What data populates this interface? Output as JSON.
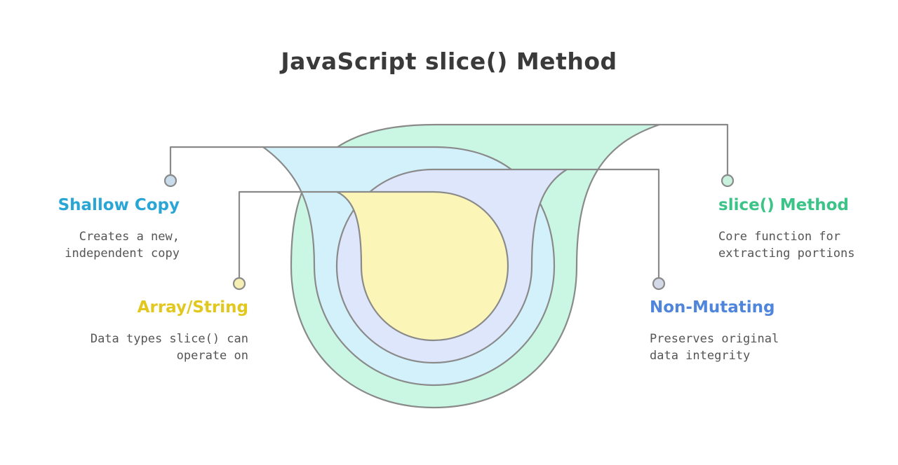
{
  "title": "JavaScript slice() Method",
  "colors": {
    "outline": "#8a8a8a",
    "layer_outer": "#c9f7e3",
    "layer_2": "#d3f1fb",
    "layer_3": "#dde6fb",
    "layer_core": "#fbf5b7",
    "shallow_copy": "#2aa6d6",
    "slice_method": "#3cc388",
    "array_string": "#e2c81e",
    "non_mutating": "#4f86dc"
  },
  "items": {
    "shallow_copy": {
      "label": "Shallow Copy",
      "desc_line1": "Creates a new,",
      "desc_line2": "independent copy"
    },
    "slice_method": {
      "label": "slice() Method",
      "desc_line1": "Core function for",
      "desc_line2": "extracting portions"
    },
    "array_string": {
      "label": "Array/String",
      "desc_line1": "Data types slice() can",
      "desc_line2": "operate on"
    },
    "non_mutating": {
      "label": "Non-Mutating",
      "desc_line1": "Preserves original",
      "desc_line2": "data integrity"
    }
  }
}
